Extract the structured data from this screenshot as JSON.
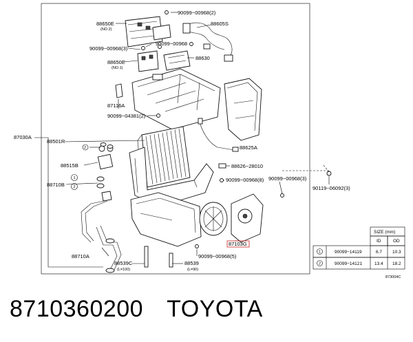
{
  "labels": {
    "p88650e_top": "88650E",
    "p88650e_top_sub": "(NO.2)",
    "p90099_00968_2": "90099−00968(2)",
    "p88605s": "88605S",
    "p90099_00968_mid": "90099−00968",
    "p90099_00968_3a": "90099−00968(3)",
    "p88630": "88630",
    "p88650e_bot": "88650E",
    "p88650e_bot_sub": "(NO.1)",
    "p87116a": "87116A",
    "p90099_04381_2": "90099−04381(2)",
    "p87030a": "87030A",
    "p88501r": "88501R",
    "circ2_small": "2",
    "p88625a": "88625A",
    "p88515b": "88515B",
    "p88626_28010": "88626−28010",
    "p88710b": "88710B",
    "circ1": "1",
    "circ2": "2",
    "p90099_00968_8": "90099−00968(8)",
    "p90099_00968_3b": "90099−00968(3)",
    "p90119_06092_3": "90119−06092(3)",
    "p87103g": "87103G",
    "p90099_00968_5": "90099−00968(5)",
    "p88710a": "88710A",
    "p88539c": "88539C",
    "p88539c_sub": "(L=100)",
    "p88539": "88539",
    "p88539_sub": "(L=90)",
    "figure_code": "873004C"
  },
  "size_table": {
    "title": "SIZE (mm)",
    "col_id": "ID",
    "col_od": "OD",
    "rows": [
      {
        "ref": "1",
        "part": "90099−14119",
        "id": "6.7",
        "od": "10.3"
      },
      {
        "ref": "2",
        "part": "90099−14121",
        "id": "13.4",
        "od": "18.2"
      }
    ]
  },
  "caption": {
    "part_number": "8710360200",
    "brand": "TOYOTA"
  }
}
